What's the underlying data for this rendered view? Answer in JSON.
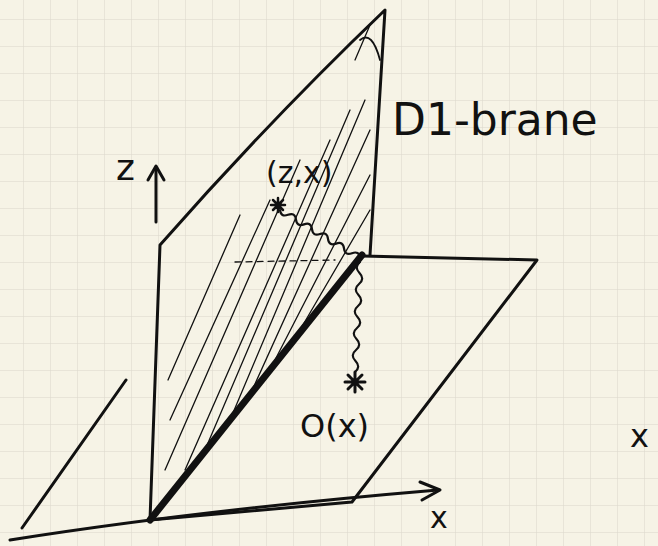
{
  "diagram": {
    "labels": [
      "D1-brane",
      "z",
      "(z,x)",
      "O(x)",
      "x",
      "x"
    ]
  }
}
